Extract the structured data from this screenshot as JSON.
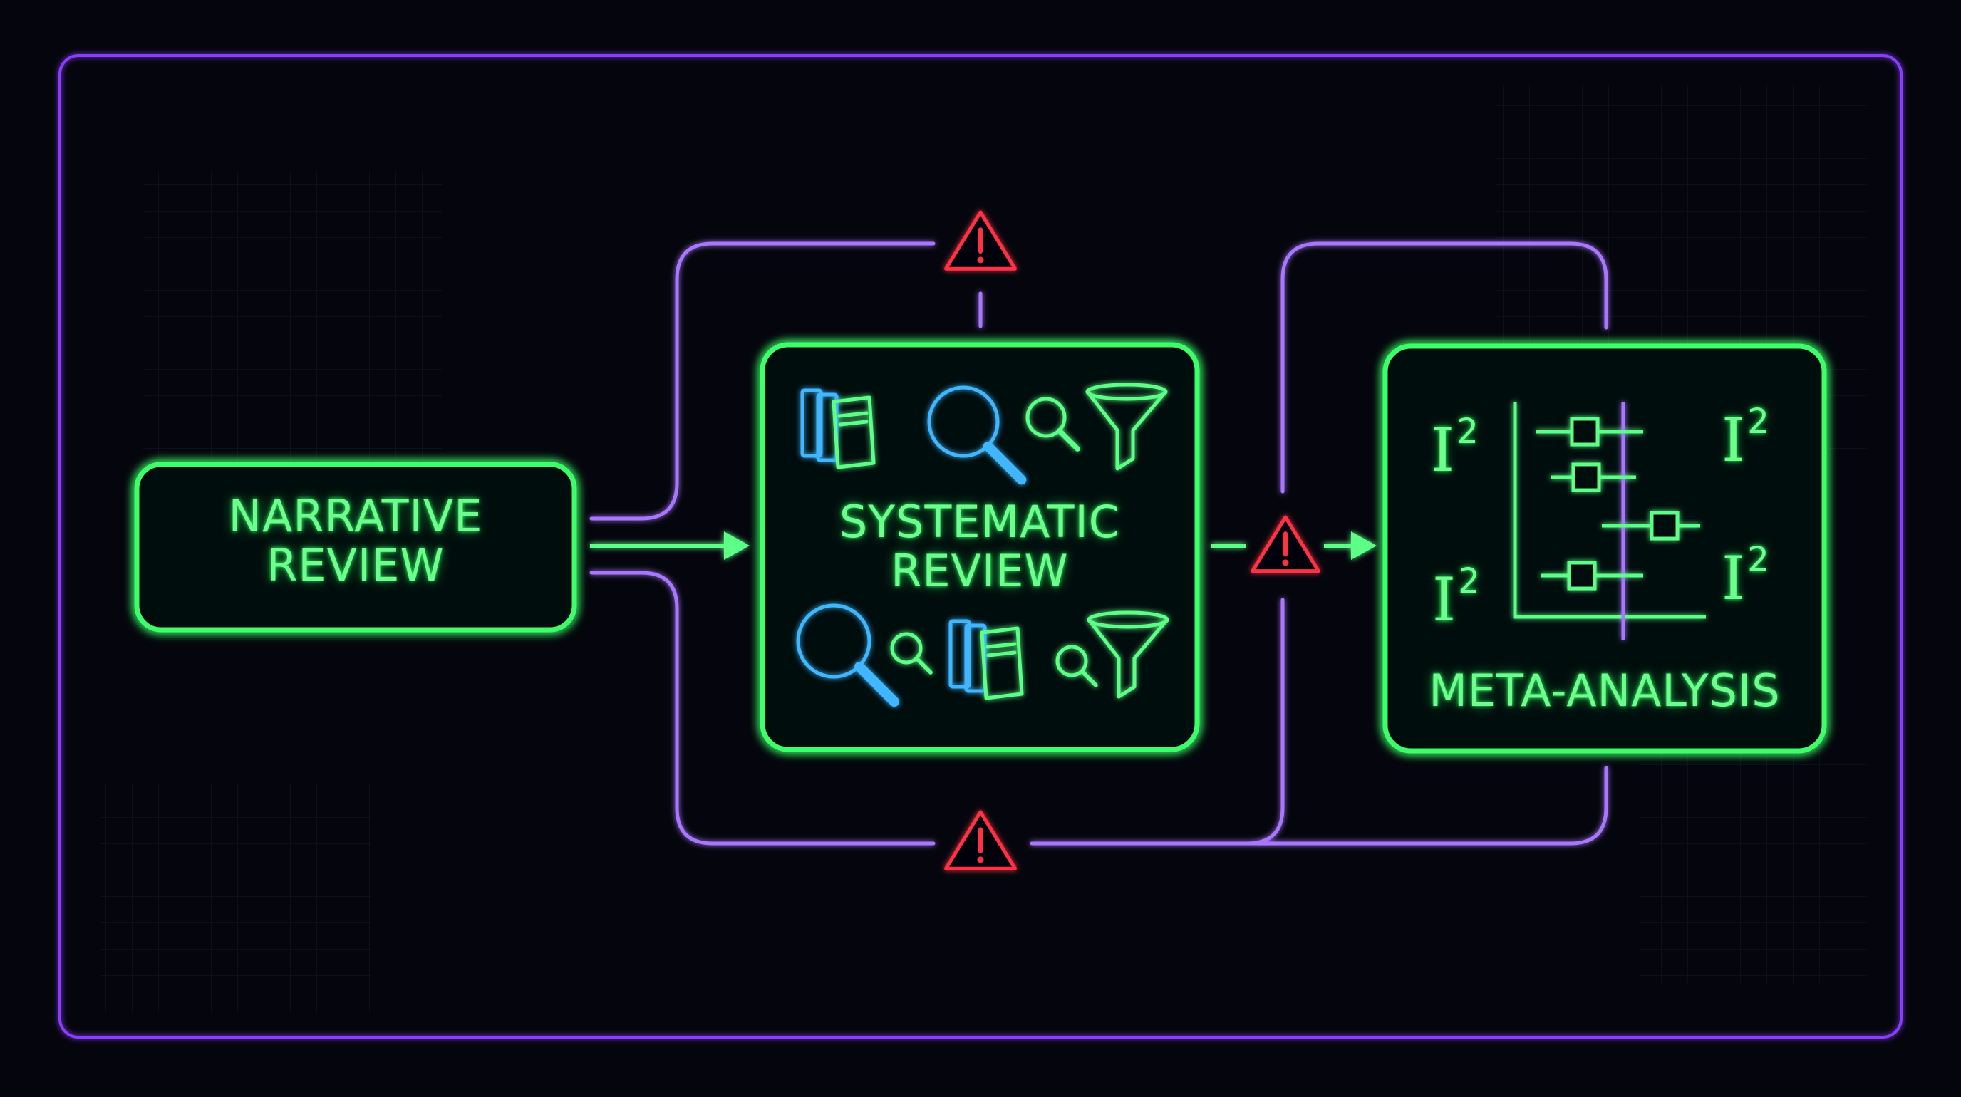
{
  "nodes": {
    "narrative": {
      "line1": "NARRATIVE",
      "line2": "REVIEW"
    },
    "systematic": {
      "line1": "SYSTEMATIC",
      "line2": "REVIEW"
    },
    "meta": {
      "label": "META-ANALYSIS"
    }
  },
  "heterogeneity_symbol": {
    "base": "I",
    "exponent": "2"
  },
  "icons": {
    "systematic_review": [
      "books-icon",
      "magnifier-icon",
      "magnifier-icon",
      "funnel-icon",
      "magnifier-icon",
      "magnifier-icon",
      "books-icon",
      "magnifier-icon",
      "funnel-icon"
    ],
    "warnings": [
      "warning-icon",
      "warning-icon",
      "warning-icon"
    ],
    "meta_analysis": "forest-plot-icon"
  },
  "colors": {
    "background": "#05060d",
    "node_outline": "#3dff6a",
    "node_text": "#6dff8c",
    "connector": "#a977ff",
    "frame": "#8a3cff",
    "warning": "#ff3344",
    "icon_blue": "#3fb6ff",
    "icon_green": "#5dff86"
  }
}
